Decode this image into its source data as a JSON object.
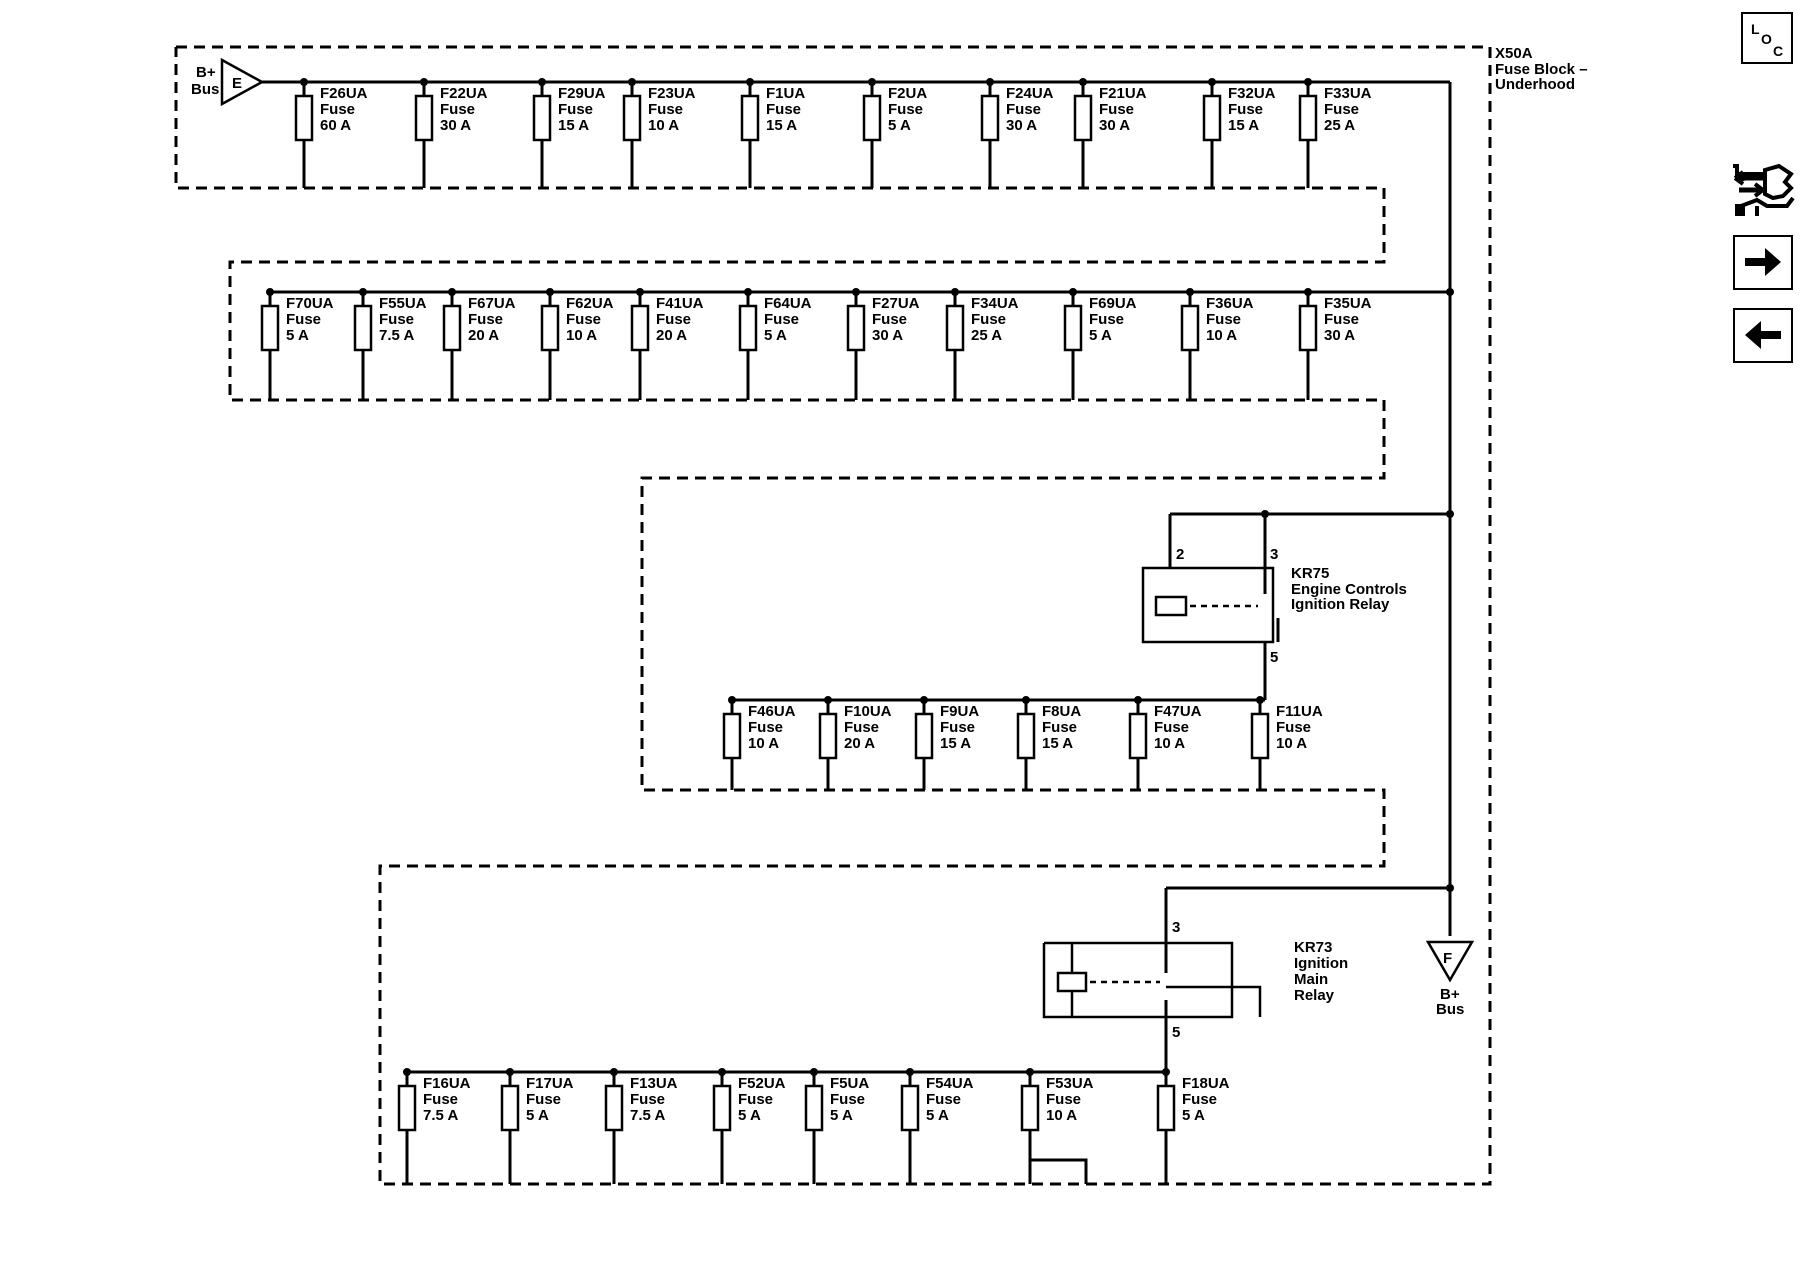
{
  "fuse_block": {
    "id": "X50A",
    "name_lines": [
      "Fuse Block –",
      "Underhood"
    ]
  },
  "bus_in": {
    "letter": "E",
    "name_lines": [
      "B+",
      "Bus"
    ]
  },
  "bus_out": {
    "letter": "F",
    "name_lines": [
      "B+",
      "Bus"
    ]
  },
  "fuse_word": "Fuse",
  "rows": [
    {
      "fuses": [
        {
          "id": "F26UA",
          "rating": "60 A"
        },
        {
          "id": "F22UA",
          "rating": "30 A"
        },
        {
          "id": "F29UA",
          "rating": "15 A"
        },
        {
          "id": "F23UA",
          "rating": "10 A"
        },
        {
          "id": "F1UA",
          "rating": "15 A"
        },
        {
          "id": "F2UA",
          "rating": "5 A"
        },
        {
          "id": "F24UA",
          "rating": "30 A"
        },
        {
          "id": "F21UA",
          "rating": "30 A"
        },
        {
          "id": "F32UA",
          "rating": "15 A"
        },
        {
          "id": "F33UA",
          "rating": "25 A"
        }
      ]
    },
    {
      "fuses": [
        {
          "id": "F70UA",
          "rating": "5 A"
        },
        {
          "id": "F55UA",
          "rating": "7.5 A"
        },
        {
          "id": "F67UA",
          "rating": "20 A"
        },
        {
          "id": "F62UA",
          "rating": "10 A"
        },
        {
          "id": "F41UA",
          "rating": "20 A"
        },
        {
          "id": "F64UA",
          "rating": "5 A"
        },
        {
          "id": "F27UA",
          "rating": "30 A"
        },
        {
          "id": "F34UA",
          "rating": "25 A"
        },
        {
          "id": "F69UA",
          "rating": "5 A"
        },
        {
          "id": "F36UA",
          "rating": "10 A"
        },
        {
          "id": "F35UA",
          "rating": "30 A"
        }
      ]
    },
    {
      "fuses": [
        {
          "id": "F46UA",
          "rating": "10 A"
        },
        {
          "id": "F10UA",
          "rating": "20 A"
        },
        {
          "id": "F9UA",
          "rating": "15 A"
        },
        {
          "id": "F8UA",
          "rating": "15 A"
        },
        {
          "id": "F47UA",
          "rating": "10 A"
        },
        {
          "id": "F11UA",
          "rating": "10 A"
        }
      ]
    },
    {
      "fuses": [
        {
          "id": "F16UA",
          "rating": "7.5 A"
        },
        {
          "id": "F17UA",
          "rating": "5 A"
        },
        {
          "id": "F13UA",
          "rating": "7.5 A"
        },
        {
          "id": "F52UA",
          "rating": "5 A"
        },
        {
          "id": "F5UA",
          "rating": "5 A"
        },
        {
          "id": "F54UA",
          "rating": "5 A"
        },
        {
          "id": "F53UA",
          "rating": "10 A"
        },
        {
          "id": "F18UA",
          "rating": "5 A"
        }
      ]
    }
  ],
  "relays": [
    {
      "id": "KR75",
      "name_lines": [
        "Engine Controls",
        "Ignition Relay"
      ],
      "pins": [
        "2",
        "3",
        "5"
      ]
    },
    {
      "id": "KR73",
      "name_lines": [
        "Ignition",
        "Main",
        "Relay"
      ],
      "pins": [
        "3",
        "5"
      ]
    }
  ],
  "nav": {
    "loc_label": [
      "L",
      "O",
      "C"
    ],
    "icons": [
      "locator-icon",
      "connector-icon",
      "arrow-right-icon",
      "arrow-left-icon"
    ]
  }
}
